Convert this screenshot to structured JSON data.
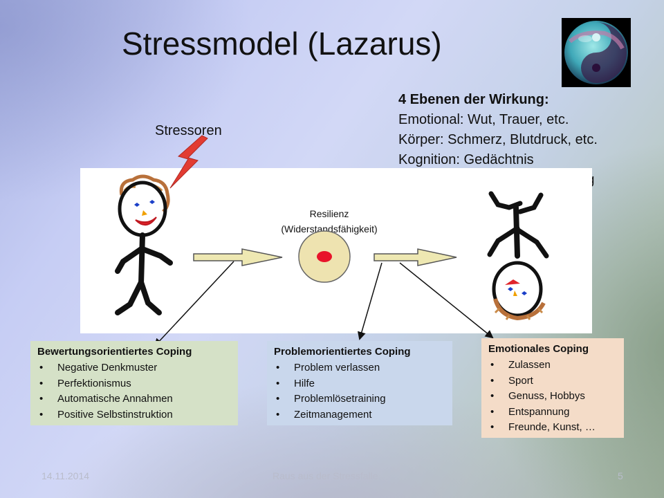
{
  "slide": {
    "title": "Stressmodel (Lazarus)",
    "stressoren": "Stressoren",
    "resilienz": {
      "line1": "Resilienz",
      "line2": "(Widerstandsfähigkeit)"
    },
    "levels": {
      "heading": "4 Ebenen der Wirkung:",
      "items": [
        "Emotional: Wut, Trauer, etc.",
        "Körper: Schmerz, Blutdruck, etc.",
        "Kognition: Gedächtnis",
        "Verhalten: Aggression, Rückzug"
      ]
    },
    "boxes": [
      {
        "title": "Bewertungsorientiertes Coping",
        "items": [
          "Negative Denkmuster",
          "Perfektionismus",
          "Automatische Annahmen",
          "Positive Selbstinstruktion"
        ],
        "color": "#d5e1c7"
      },
      {
        "title": "Problemorientiertes Coping",
        "items": [
          "Problem verlassen",
          "Hilfe",
          "Problemlösetraining",
          "Zeitmanagement"
        ],
        "color": "#c9d7ec"
      },
      {
        "title": "Emotionales Coping",
        "items": [
          "Zulassen",
          "Sport",
          "Genuss, Hobbys",
          "Entspannung",
          "Freunde, Kunst, …"
        ],
        "color": "#f4dcc8"
      }
    ]
  },
  "footer": {
    "date": "14.11.2014",
    "center": "Raus aus der Stressfalle",
    "page": "5"
  },
  "icons": [
    "yin-yang-icon",
    "lightning-icon",
    "stick-figure-happy-icon",
    "target-icon",
    "stick-figure-upside-down-icon"
  ]
}
